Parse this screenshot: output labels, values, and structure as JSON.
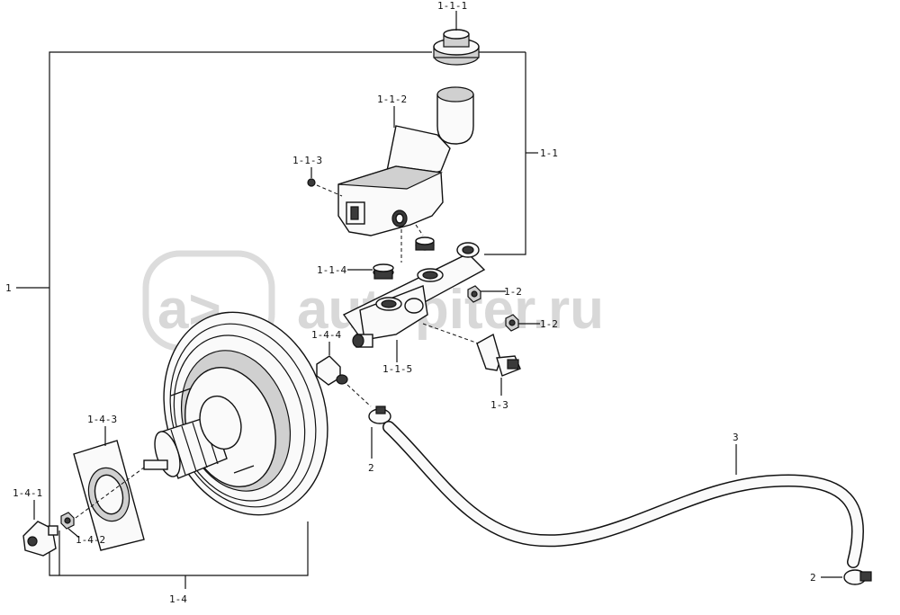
{
  "watermark": {
    "text": "autopiter.ru",
    "logo": "a>"
  },
  "labels": {
    "l1": "1",
    "l1_1": "1-1",
    "l1_1_1": "1-1-1",
    "l1_1_2": "1-1-2",
    "l1_1_3": "1-1-3",
    "l1_1_4": "1-1-4",
    "l1_1_5": "1-1-5",
    "l1_2a": "1-2",
    "l1_2b": "1-2",
    "l1_3": "1-3",
    "l1_4": "1-4",
    "l1_4_1": "1-4-1",
    "l1_4_2": "1-4-2",
    "l1_4_3": "1-4-3",
    "l1_4_4": "1-4-4",
    "l2a": "2",
    "l2b": "2",
    "l3": "3"
  }
}
